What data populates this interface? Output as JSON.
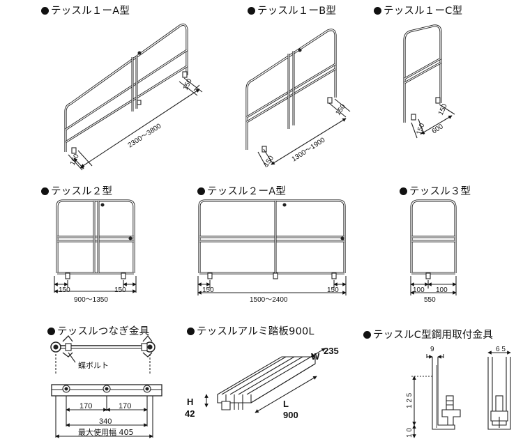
{
  "titles": {
    "t1a": "テッスル１ーA型",
    "t1b": "テッスル１ーB型",
    "t1c": "テッスル１ーC型",
    "t2": "テッスル２型",
    "t2a": "テッスル２ーA型",
    "t3": "テッスル３型",
    "joint": "テッスルつなぎ金具",
    "plank": "テッスルアルミ踏板900L",
    "bracket": "テッスルC型鋼用取付金具"
  },
  "dims": {
    "t1a": {
      "len": "2300〜3800",
      "end_a": "150",
      "end_b": "150"
    },
    "t1b": {
      "len": "1300〜1900",
      "end_a": "150",
      "end_b": "150"
    },
    "t1c": {
      "len": "600",
      "end_a": "150",
      "end_b": "150"
    },
    "t2": {
      "left": "150",
      "right": "150",
      "total": "900〜1350"
    },
    "t2a": {
      "left": "150",
      "right": "150",
      "total": "1500〜2400"
    },
    "t3": {
      "left": "100",
      "right": "100",
      "total": "550"
    },
    "joint": {
      "bolt_label": "蝶ボルト",
      "a": "170",
      "b": "170",
      "span": "340",
      "max": "最大使用幅 405"
    },
    "plank": {
      "w_label": "W",
      "w": "235",
      "h_label": "H",
      "h": "42",
      "l_label": "L",
      "l": "900"
    },
    "bracket": {
      "top": "9",
      "right": "6 5",
      "height": "1 2 5",
      "base": "1 0"
    }
  }
}
